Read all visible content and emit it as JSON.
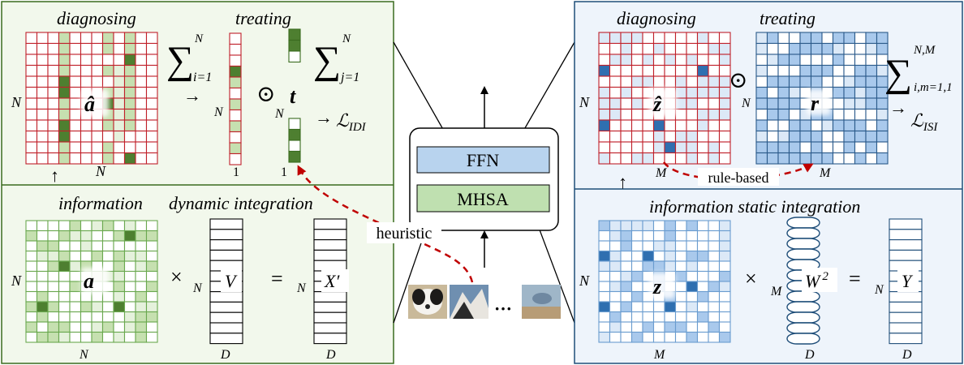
{
  "left_panel": {
    "top": {
      "diagnosing": "diagnosing",
      "treating": "treating",
      "sum_i": {
        "sym": "∑",
        "upper": "N",
        "lower": "i=1"
      },
      "sum_j": {
        "sym": "∑",
        "upper": "N",
        "lower": "j=1"
      },
      "arrow": "→",
      "arrow2": "→",
      "matrix_label": "â",
      "vec_label": "t",
      "odot": "⊙",
      "loss": "ℒ",
      "loss_sub": "IDI",
      "n_row": "N",
      "n_col": "N",
      "n_vec1": "N",
      "n_vec2": "N",
      "one_a": "1",
      "one_b": "1"
    },
    "bottom": {
      "information": "information",
      "dynamic": "dynamic integration",
      "matrix_label": "a",
      "times": "×",
      "v_label": "V",
      "equals": "=",
      "x_label": "X′",
      "n_row": "N",
      "n_col": "N",
      "n_v": "N",
      "n_x": "N",
      "d_v": "D",
      "d_x": "D"
    },
    "up_arrow": "↑"
  },
  "center": {
    "ffn": "FFN",
    "mhsa": "MHSA",
    "heuristic": "heuristic",
    "ellipsis": "···"
  },
  "right_panel": {
    "top": {
      "diagnosing": "diagnosing",
      "treating": "treating",
      "matrix_label": "ẑ",
      "r_label": "r",
      "odot": "⊙",
      "sum": {
        "sym": "∑",
        "upper": "N,M",
        "lower": "i,m=1,1"
      },
      "arrow": "→",
      "loss": "ℒ",
      "loss_sub": "ISI",
      "n_row": "N",
      "n_r": "N",
      "m_col": "M",
      "m_r": "M",
      "rule_based": "rule-based"
    },
    "bottom": {
      "title": "information static integration",
      "matrix_label": "z",
      "times": "×",
      "w_label": "W",
      "w_sup": "2",
      "equals": "=",
      "y_label": "Y",
      "n_row": "N",
      "m_w": "M",
      "n_y": "N",
      "m_col": "M",
      "d_w": "D",
      "d_y": "D"
    },
    "up_arrow": "↑"
  },
  "colors": {
    "green_border": "#3a6b1e",
    "green_bg": "#f2f8ec",
    "green_dark": "#4e7f30",
    "green_light": "#c6e0b0",
    "green_lighter": "#e5f1dc",
    "red_grid": "#c0202a",
    "blue_border": "#1f4e79",
    "blue_bg": "#eef4fb",
    "blue_dark": "#2f6fb0",
    "blue_mid": "#a9c9ec",
    "blue_light": "#dce9f7",
    "blue_grid": "#2b5a8a",
    "ffn_fill": "#b8d3ee",
    "mhsa_fill": "#bfe0b0",
    "arrow_red": "#c00000"
  }
}
